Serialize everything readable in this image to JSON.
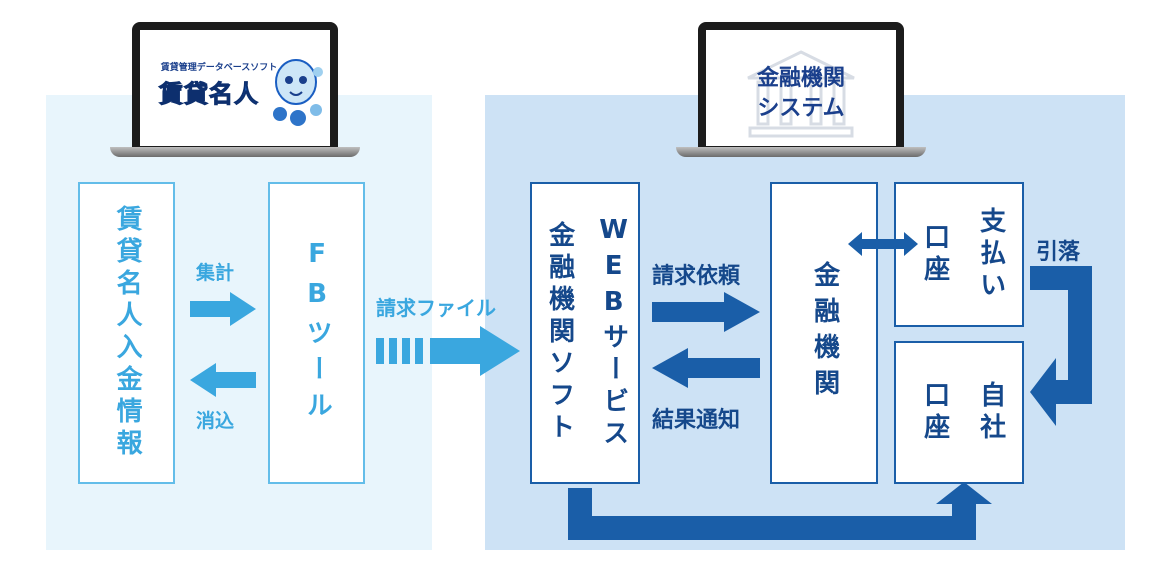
{
  "left_laptop": {
    "logo_subtitle": "賃貸管理データベースソフト",
    "logo_title": "賃貸名人"
  },
  "right_laptop": {
    "line1": "金融機関",
    "line2": "システム"
  },
  "left": {
    "info_box": "賃貸名人入金情報",
    "fb_box": "FBツール",
    "arrow_right_label": "集計",
    "arrow_left_label": "消込"
  },
  "transfer_label": "請求ファイル",
  "right": {
    "web_col1": "WEBサービス",
    "web_col2": "金融機関ソフト",
    "bank_box": "金融機関",
    "pay_col1": "支払い",
    "pay_col2": "口座",
    "own_col1": "自社",
    "own_col2": "口座",
    "request_label": "請求依頼",
    "result_label": "結果通知",
    "debit_label": "引落"
  },
  "colors": {
    "light_blue": "#3aa7df",
    "dark_blue": "#1a5ea8",
    "left_panel_bg": "#e8f5fc",
    "right_panel_bg": "#cde2f5"
  }
}
